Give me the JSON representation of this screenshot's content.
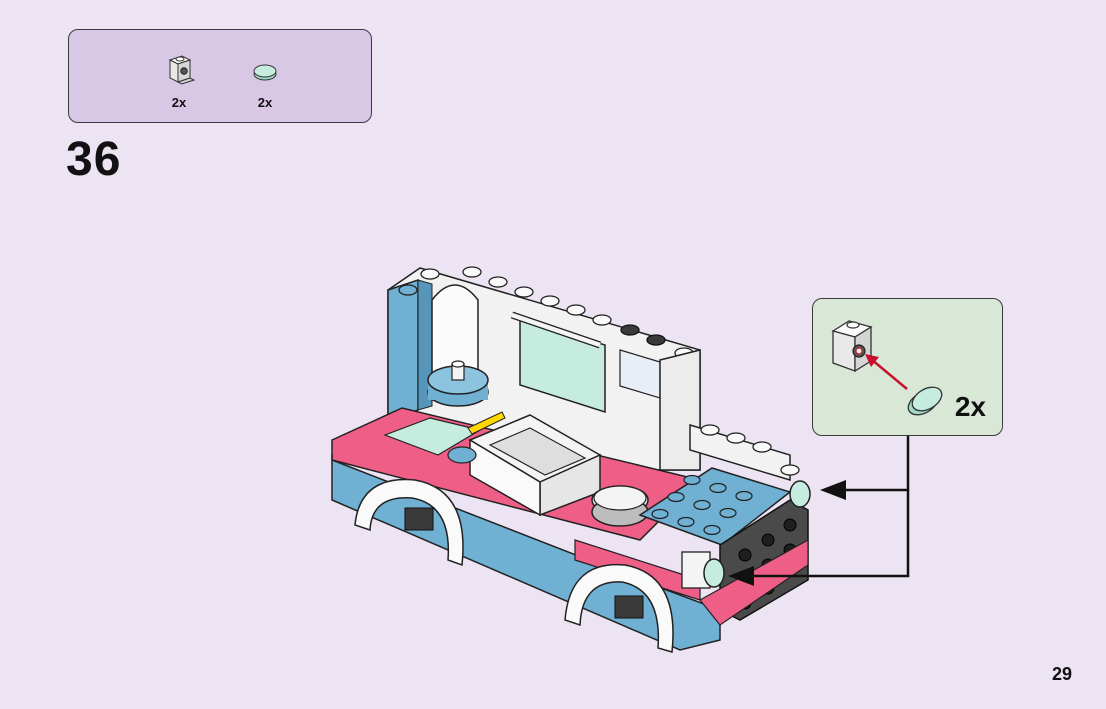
{
  "parts_list": {
    "items": [
      {
        "icon": "bracket-brick-icon",
        "quantity": "2x"
      },
      {
        "icon": "round-plate-icon",
        "quantity": "2x"
      }
    ]
  },
  "step": {
    "number": "36"
  },
  "callout": {
    "quantity": "2x"
  },
  "page": {
    "number": "29"
  },
  "colors": {
    "background": "#ece3f3",
    "parts_box": "#d9c7e6",
    "callout_box": "#d9e8d6",
    "brick_blue": "#6fb0d3",
    "brick_pink": "#ee5e86",
    "brick_white": "#f4f4f4",
    "brick_dark": "#4a4a4a",
    "trans_aqua": "#b9e6d8"
  }
}
